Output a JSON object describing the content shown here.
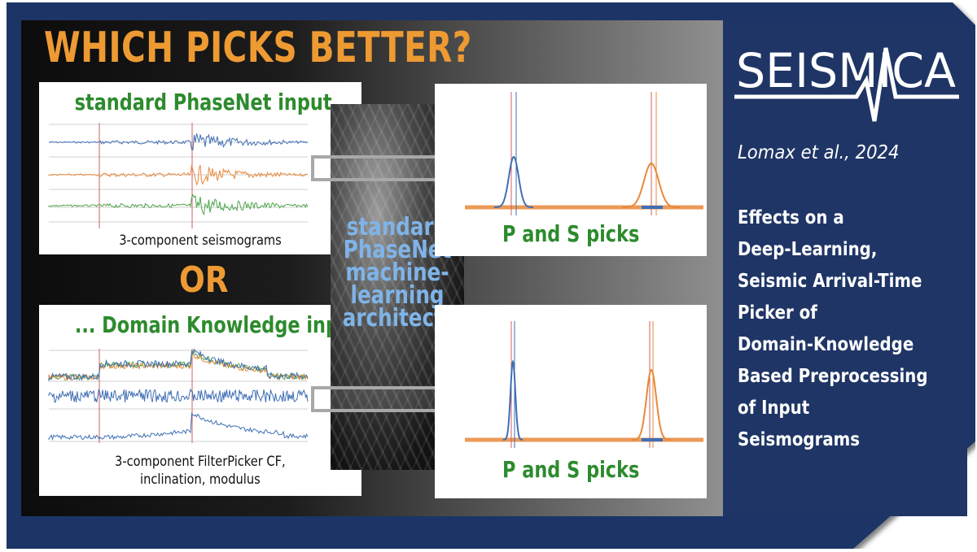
{
  "headline": "WHICH PICKS BETTER?",
  "or_label": "OR",
  "standard_input": {
    "title": "standard PhaseNet input ...",
    "caption": "3-component seismograms"
  },
  "domain_input": {
    "title": "... Domain Knowledge input",
    "caption_line1": "3-component FilterPicker CF,",
    "caption_line2": "inclination, modulus"
  },
  "architecture": {
    "lines": [
      "standard",
      "PhaseNet",
      "machine-",
      "learning",
      "architecture"
    ]
  },
  "output": {
    "top_label": "P and S picks",
    "bottom_label": "P and S picks"
  },
  "journal": {
    "logo_text": "SEISMICA",
    "citation": "Lomax et al., 2024",
    "title_lines": [
      "Effects on a",
      "Deep-Learning,",
      "Seismic Arrival-Time",
      "Picker of",
      "Domain-Knowledge",
      "Based Preprocessing",
      "of Input",
      "Seismograms"
    ]
  },
  "colors": {
    "accent_orange": "#ee9a33",
    "green": "#2d8b2d",
    "navy": "#1f3566",
    "blue_trace": "#3f6fb5",
    "orange_trace": "#e8893a",
    "green_trace": "#4ca54c",
    "arch_text": "#7fb4e8"
  }
}
